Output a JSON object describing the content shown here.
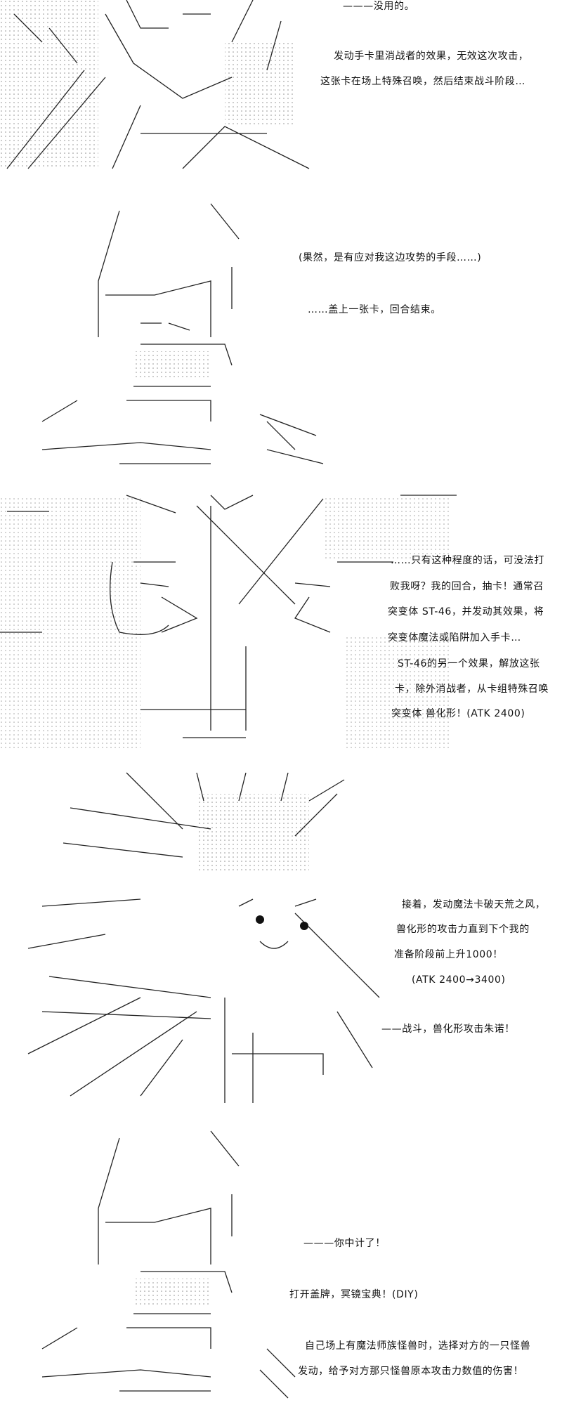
{
  "panels": [
    {
      "lines": [
        "———没用的。",
        "发动手卡里消战者的效果，无效这次攻击，",
        "这张卡在场上特殊召唤，然后结束战斗阶段…"
      ]
    },
    {
      "lines": [
        "(果然，是有应对我这边攻势的手段……)",
        "……盖上一张卡，回合结束。"
      ]
    },
    {
      "lines": [
        "……只有这种程度的话，可没法打",
        "败我呀？我的回合，抽卡！通常召",
        "突变体 ST-46，并发动其效果，将",
        "突变体魔法或陷阱加入手卡…",
        "ST-46的另一个效果，解放这张",
        "卡，除外消战者，从卡组特殊召唤",
        "突变体 兽化形！(ATK 2400)"
      ]
    },
    {
      "lines": [
        "接着，发动魔法卡破天荒之风，",
        "兽化形的攻击力直到下个我的",
        "准备阶段前上升1000！",
        "(ATK 2400→3400)",
        "——战斗，兽化形攻击朱诺！"
      ]
    },
    {
      "lines": [
        "———你中计了！",
        "打开盖牌，冥镜宝典！(DIY)",
        "自己场上有魔法师族怪兽时，选择对方的一只怪兽",
        "发动，给予对方那只怪兽原本攻击力数值的伤害！"
      ]
    }
  ]
}
